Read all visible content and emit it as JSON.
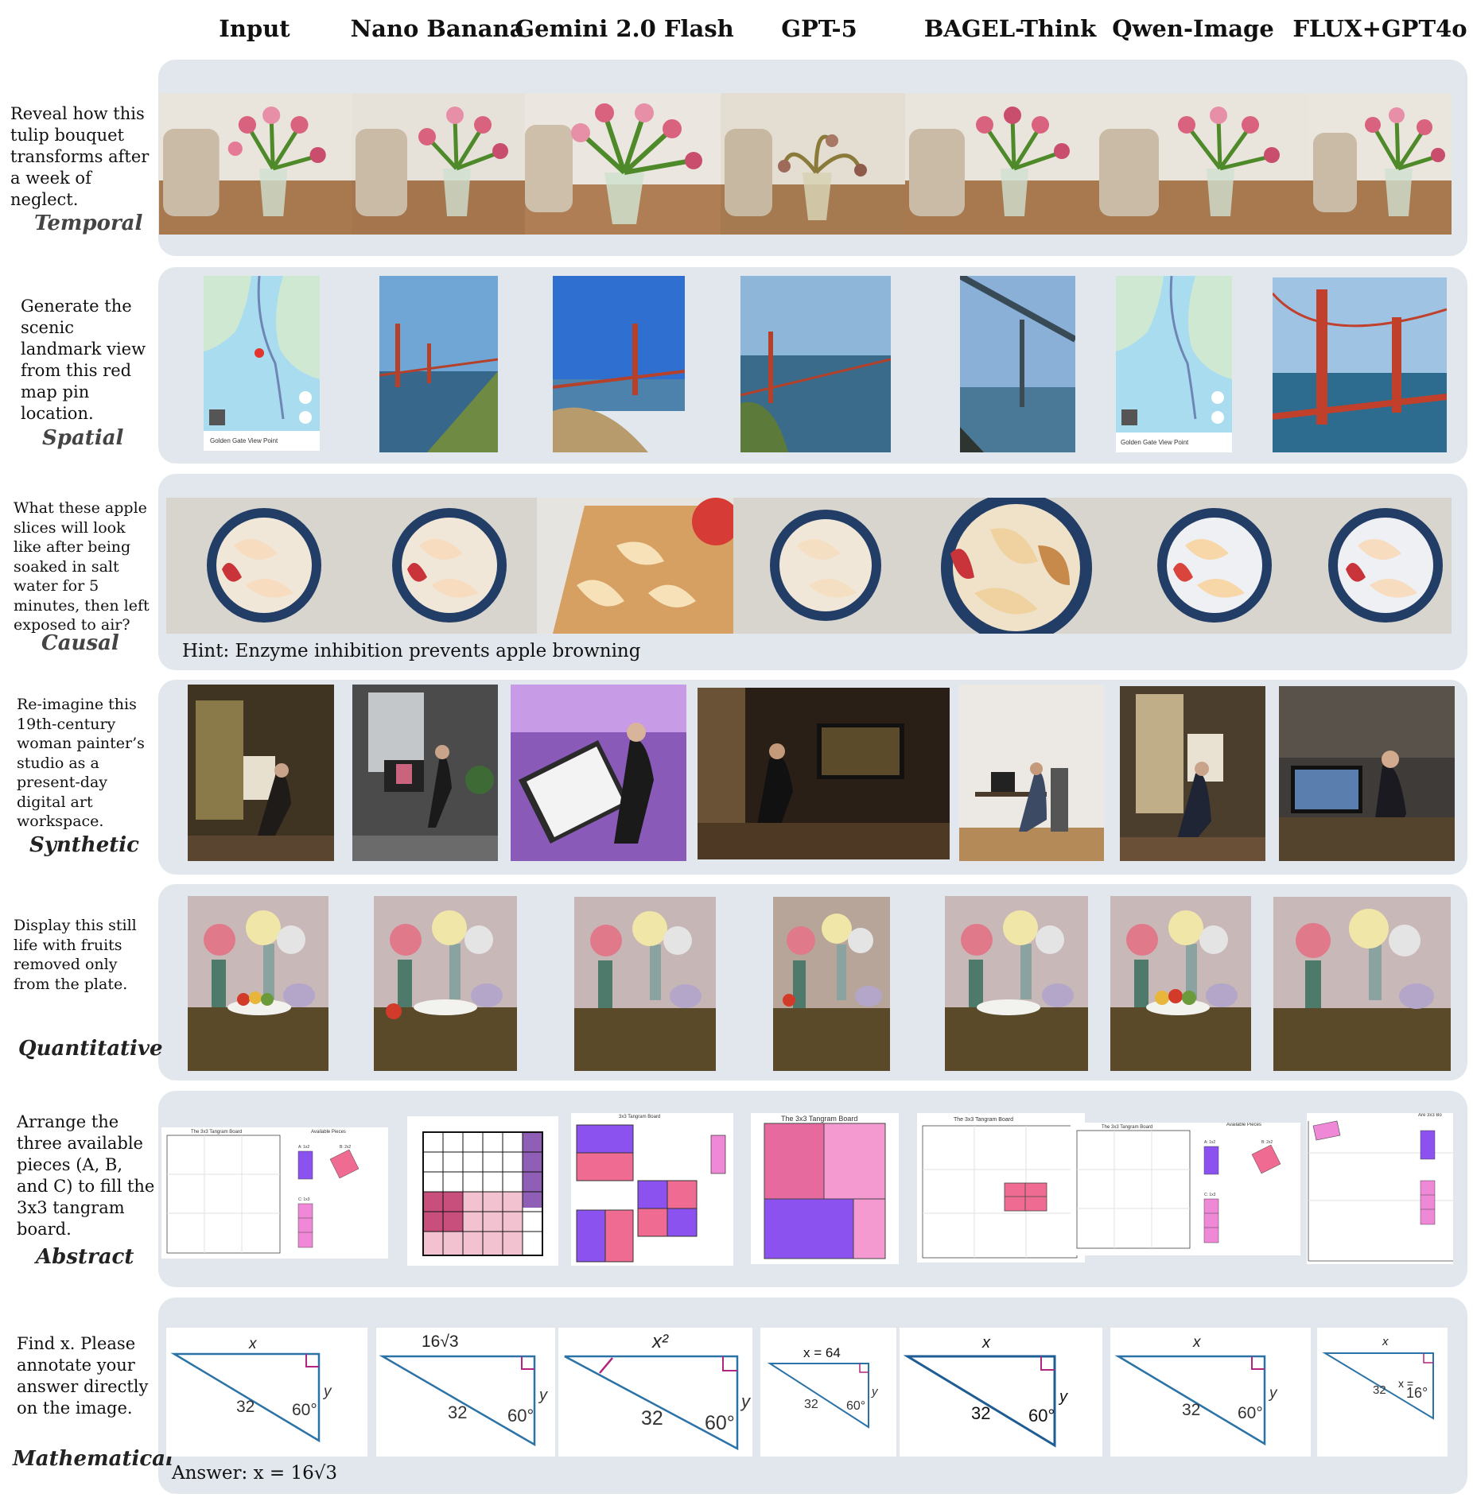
{
  "columns": [
    "Input",
    "Nano Banana",
    "Gemini 2.0 Flash",
    "GPT-5",
    "BAGEL-Think",
    "Qwen-Image",
    "FLUX+GPT4o"
  ],
  "rows": [
    {
      "prompt": "Reveal how this tulip bouquet transforms after a week of neglect.",
      "category": "Temporal"
    },
    {
      "prompt": "Generate the scenic landmark view from this red map pin location.",
      "category": "Spatial"
    },
    {
      "prompt": "What these apple slices will look like after being soaked in salt water for 5 minutes, then left exposed to air?",
      "category": "Causal",
      "hint": "Hint: Enzyme inhibition prevents apple browning"
    },
    {
      "prompt": "Re-imagine this 19th-century woman painter’s studio as a present-day digital art workspace.",
      "category": "Synthetic"
    },
    {
      "prompt": "Display this still life with fruits removed only from the plate.",
      "category": "Quantitative"
    },
    {
      "prompt": "Arrange the three available pieces (A, B, and C) to fill the 3x3 tangram board.",
      "category": "Abstract"
    },
    {
      "prompt": "Find x. Please annotate your answer directly on the image.",
      "category": "Mathematical",
      "answer": "Answer: x = 16√3"
    }
  ],
  "map_tile": {
    "place": "Golden Gate View Point"
  },
  "tangram_tiles": {
    "board_title": "The 3x3 Tangram Board",
    "board_title_short": "3x3 Tangram Board",
    "pieces_title": "Available Pieces",
    "pieces_title_short": "Are 3x3 Bo",
    "piece_a": "A: 1x2",
    "piece_b": "B: 2x2",
    "piece_c": "C: 1x3"
  },
  "math_tiles": {
    "side_hyp": "32",
    "angle": "60°",
    "side_y": "y",
    "top_labels": [
      "x",
      "16√3",
      "x²",
      "x = 64",
      "x",
      "x",
      "x"
    ],
    "flux_inside": "x =",
    "flux_inside_value": "16°"
  },
  "colors": {
    "panel": "#e1e7ed",
    "tangram_pink": "#f06b91",
    "tangram_purple": "#8b52ef",
    "triangle_stroke": "#2b73a7",
    "right_angle": "#b0257f"
  }
}
